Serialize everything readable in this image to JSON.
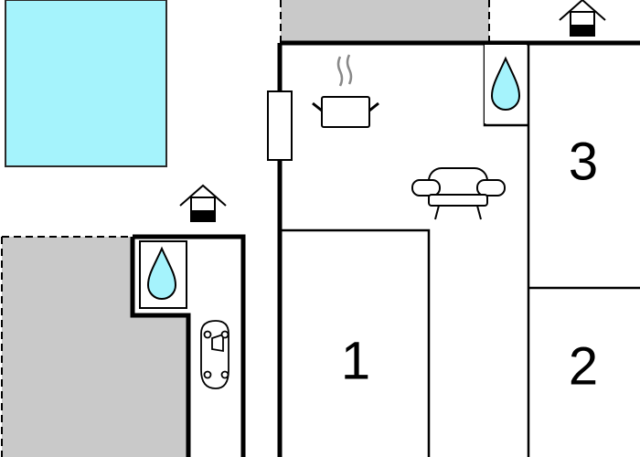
{
  "floorplan": {
    "rooms": [
      {
        "number": "1"
      },
      {
        "number": "2"
      },
      {
        "number": "3"
      }
    ],
    "icons": {
      "pool": "swimming-pool",
      "terrace": "terrace-area",
      "entrance_main": "house-entrance-icon",
      "entrance_side": "house-entrance-icon",
      "bathroom_main": "water-drop-icon",
      "bathroom_side": "water-drop-icon",
      "kitchen": "cooking-pot-icon",
      "living": "sofa-icon",
      "garage": "car-icon",
      "stove": "fireplace-icon"
    },
    "colors": {
      "pool": "#a5f3fc",
      "terrace": "#c9c9c9",
      "wall": "#000000",
      "water": "#a5f3fc",
      "background": "#ffffff"
    }
  }
}
